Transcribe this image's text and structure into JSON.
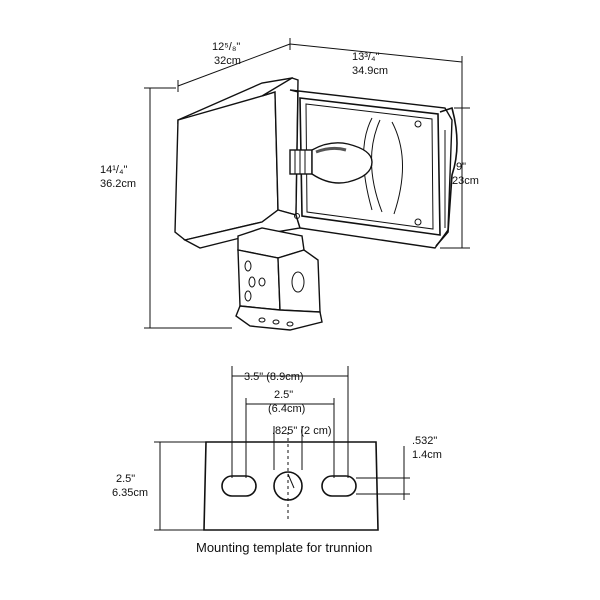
{
  "drawing": {
    "fixture_dims": {
      "depth_in": "12⁵/₈\"",
      "depth_cm": "32cm",
      "width_in": "13³/₄\"",
      "width_cm": "34.9cm",
      "height_in": "14¹/₄\"",
      "height_cm": "36.2cm",
      "lens_in": "9\"",
      "lens_cm": "23cm"
    },
    "template_dims": {
      "outer_span": "3.5\" (8.9cm)",
      "inner_span_in": "2.5\"",
      "inner_span_cm": "(6.4cm)",
      "hole_dia": ".825\" (2 cm)",
      "slot_in": ".532\"",
      "slot_cm": "1.4cm",
      "plate_h_in": "2.5\"",
      "plate_h_cm": "6.35cm"
    },
    "caption": "Mounting template for trunnion"
  }
}
